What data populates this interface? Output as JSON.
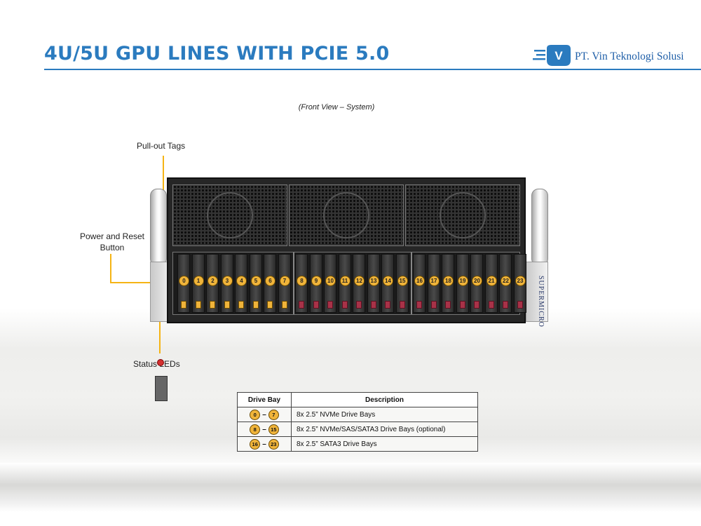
{
  "header": {
    "title": "4U/5U GPU LINES  WITH PCIE 5.0",
    "company": "PT. Vin Teknologi Solusi",
    "logo_letter": "V"
  },
  "figure": {
    "caption": "(Front View – System)",
    "callouts": {
      "pull_out_tags": "Pull-out Tags",
      "power_reset": "Power and Reset Button",
      "status_leds": "Status LEDs"
    },
    "brand": "SUPERMICRO",
    "bays": [
      "0",
      "1",
      "2",
      "3",
      "4",
      "5",
      "6",
      "7",
      "8",
      "9",
      "10",
      "11",
      "12",
      "13",
      "14",
      "15",
      "16",
      "17",
      "18",
      "19",
      "20",
      "21",
      "22",
      "23"
    ]
  },
  "colors": {
    "accent": "#2b7bbf",
    "callout_line": "#f5b415",
    "bay_number": "#f0b43a",
    "sata_tag": "#a83248"
  },
  "drive_table": {
    "headers": {
      "bay": "Drive Bay",
      "description": "Description"
    },
    "rows": [
      {
        "from": "0",
        "to": "7",
        "description": "8x 2.5” NVMe  Drive  Bays"
      },
      {
        "from": "8",
        "to": "15",
        "description": "8x 2.5” NVMe/SAS/SATA3 Drive  Bays (optional)"
      },
      {
        "from": "16",
        "to": "23",
        "description": "8x 2.5”  SATA3  Drive  Bays"
      }
    ]
  }
}
